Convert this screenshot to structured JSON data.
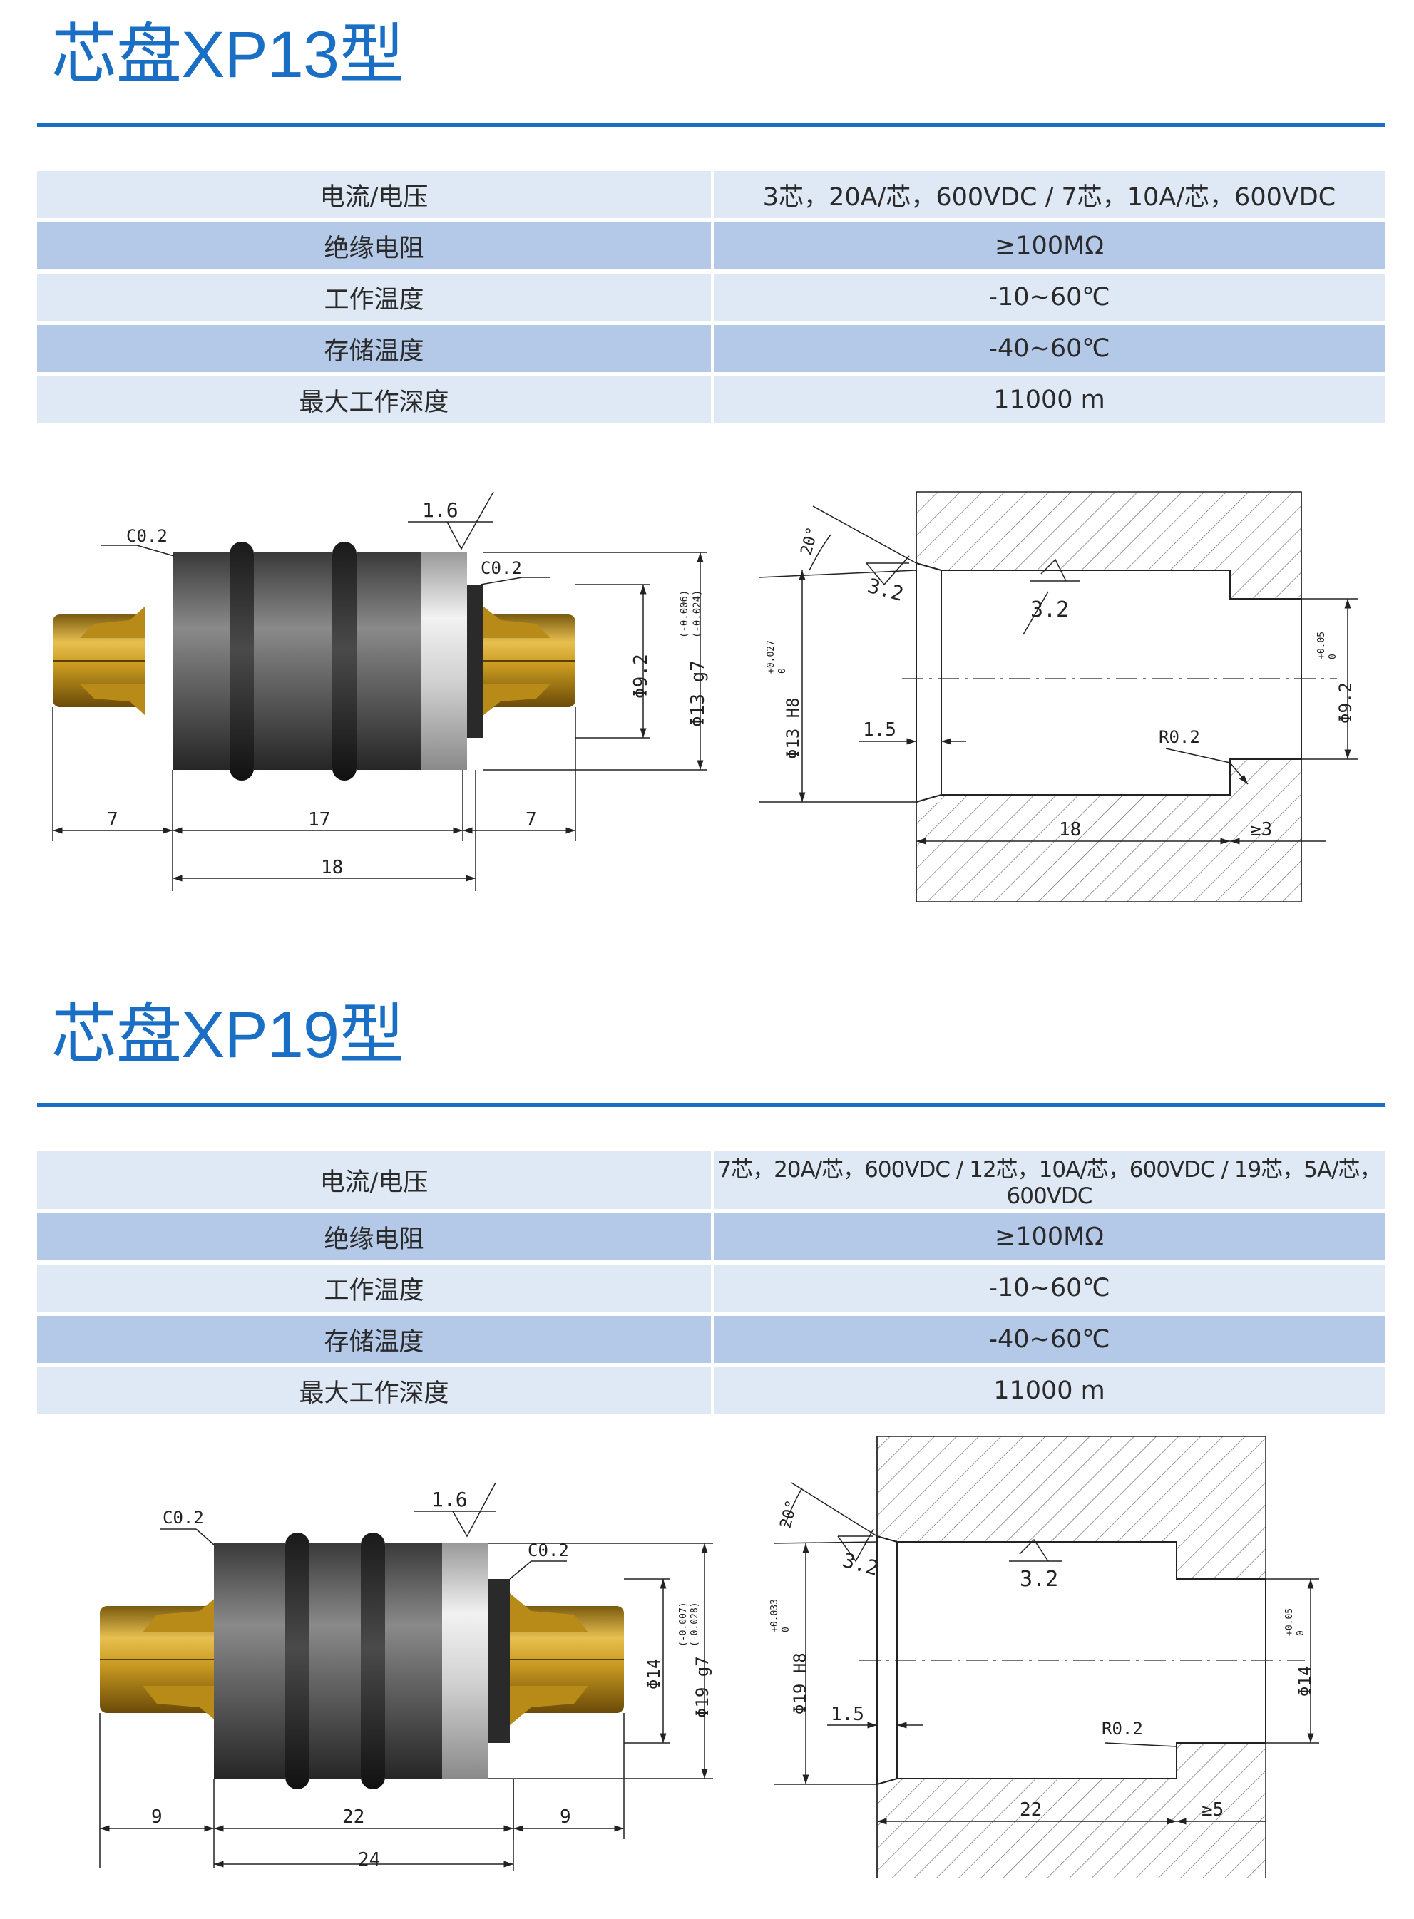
{
  "sections": [
    {
      "title": "芯盘XP13型",
      "specs": [
        {
          "label": "电流/电压",
          "value": "3芯，20A/芯，600VDC  /  7芯，10A/芯，600VDC"
        },
        {
          "label": "绝缘电阻",
          "value": "≥100MΩ"
        },
        {
          "label": "工作温度",
          "value": "-10~60℃"
        },
        {
          "label": "存储温度",
          "value": "-40~60℃"
        },
        {
          "label": "最大工作深度",
          "value": "11000 m"
        }
      ],
      "part_drawing": {
        "chamfer_left": "C0.2",
        "roughness": "1.6",
        "chamfer_right": "C0.2",
        "dia_small": "Φ9.2",
        "dia_large": "Φ13 g7",
        "tol_upper": "(-0.006)",
        "tol_lower": "(-0.024)",
        "dim_left": "7",
        "dim_mid": "17",
        "dim_right": "7",
        "dim_total": "18"
      },
      "bore_drawing": {
        "angle": "20°",
        "rough_a": "3.2",
        "rough_b": "3.2",
        "bore_dia": "Φ13 H8",
        "bore_tol_upper": "+0.027",
        "bore_tol_lower": "0",
        "step": "1.5",
        "radius": "R0.2",
        "small_dia": "Φ9.2",
        "small_tol_upper": "+0.05",
        "small_tol_lower": "0",
        "depth": "18",
        "min_depth": "≥3"
      }
    },
    {
      "title": "芯盘XP19型",
      "specs": [
        {
          "label": "电流/电压",
          "value": "7芯，20A/芯，600VDC / 12芯，10A/芯，600VDC / 19芯，5A/芯，600VDC"
        },
        {
          "label": "绝缘电阻",
          "value": "≥100MΩ"
        },
        {
          "label": "工作温度",
          "value": "-10~60℃"
        },
        {
          "label": "存储温度",
          "value": "-40~60℃"
        },
        {
          "label": "最大工作深度",
          "value": "11000 m"
        }
      ],
      "part_drawing": {
        "chamfer_left": "C0.2",
        "roughness": "1.6",
        "chamfer_right": "C0.2",
        "dia_small": "Φ14",
        "dia_large": "Φ19 g7",
        "tol_upper": "(-0.007)",
        "tol_lower": "(-0.028)",
        "dim_left": "9",
        "dim_mid": "22",
        "dim_right": "9",
        "dim_total": "24"
      },
      "bore_drawing": {
        "angle": "20°",
        "rough_a": "3.2",
        "rough_b": "3.2",
        "bore_dia": "Φ19 H8",
        "bore_tol_upper": "+0.033",
        "bore_tol_lower": "0",
        "step": "1.5",
        "radius": "R0.2",
        "small_dia": "Φ14",
        "small_tol_upper": "+0.05",
        "small_tol_lower": "0",
        "depth": "22",
        "min_depth": "≥5"
      }
    }
  ],
  "colors": {
    "title": "#1a6fc4",
    "row_light": "#dfe8f5",
    "row_dark": "#b4c9e8",
    "brass": "#d4a017"
  }
}
